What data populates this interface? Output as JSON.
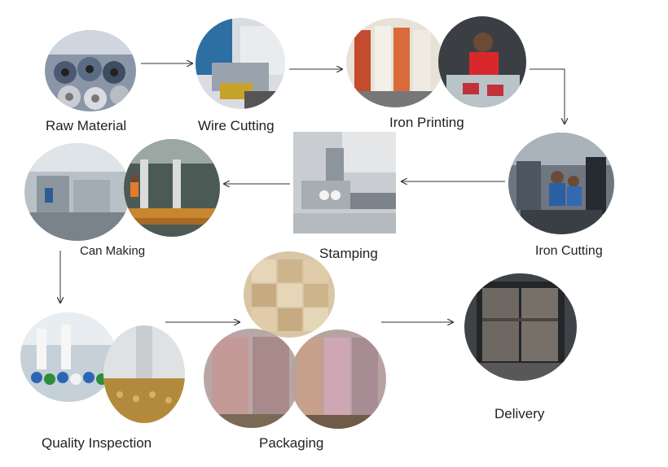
{
  "steps": {
    "raw_material": "Raw Material",
    "wire_cutting": "Wire Cutting",
    "iron_printing": "Iron Printing",
    "iron_cutting": "Iron Cutting",
    "stamping": "Stamping",
    "can_making": "Can Making",
    "quality_inspection": "Quality Inspection",
    "packaging": "Packaging",
    "delivery": "Delivery"
  },
  "colors": {
    "arrow": "#333333",
    "label": "#222222",
    "background": "#ffffff"
  }
}
